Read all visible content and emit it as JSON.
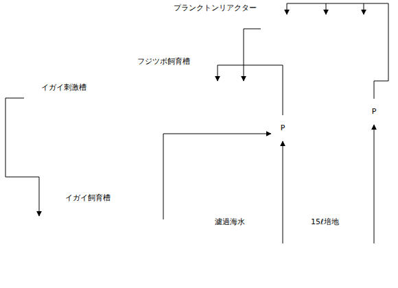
{
  "diagram": {
    "nodes": [
      {
        "text": [
          "プランクトンリアクター"
        ]
      },
      {
        "text": [
          "フジツボ飼育槽"
        ]
      },
      {
        "text": [
          "イガイ刺激槽"
        ]
      },
      {
        "text": [
          "イガイ飼育槽"
        ]
      },
      {
        "text": [
          "P"
        ]
      },
      {
        "text": [
          "P"
        ]
      },
      {
        "text": [
          "濾過海水"
        ]
      },
      {
        "text": [
          "15ℓ培地"
        ]
      }
    ],
    "edges": [
      {
        "from": 7,
        "to": 5,
        "arrow": "to"
      },
      {
        "from": 5,
        "to": 0,
        "arrow": "to"
      },
      {
        "from": 0,
        "to": 1,
        "arrow": "to"
      },
      {
        "from": 6,
        "to": 4,
        "arrow": "to"
      },
      {
        "from": 4,
        "to": 1,
        "arrow": "to"
      },
      {
        "from": 3,
        "to": 4,
        "arrow": "to"
      },
      {
        "from": 2,
        "to": 3,
        "arrow": "to"
      }
    ]
  }
}
